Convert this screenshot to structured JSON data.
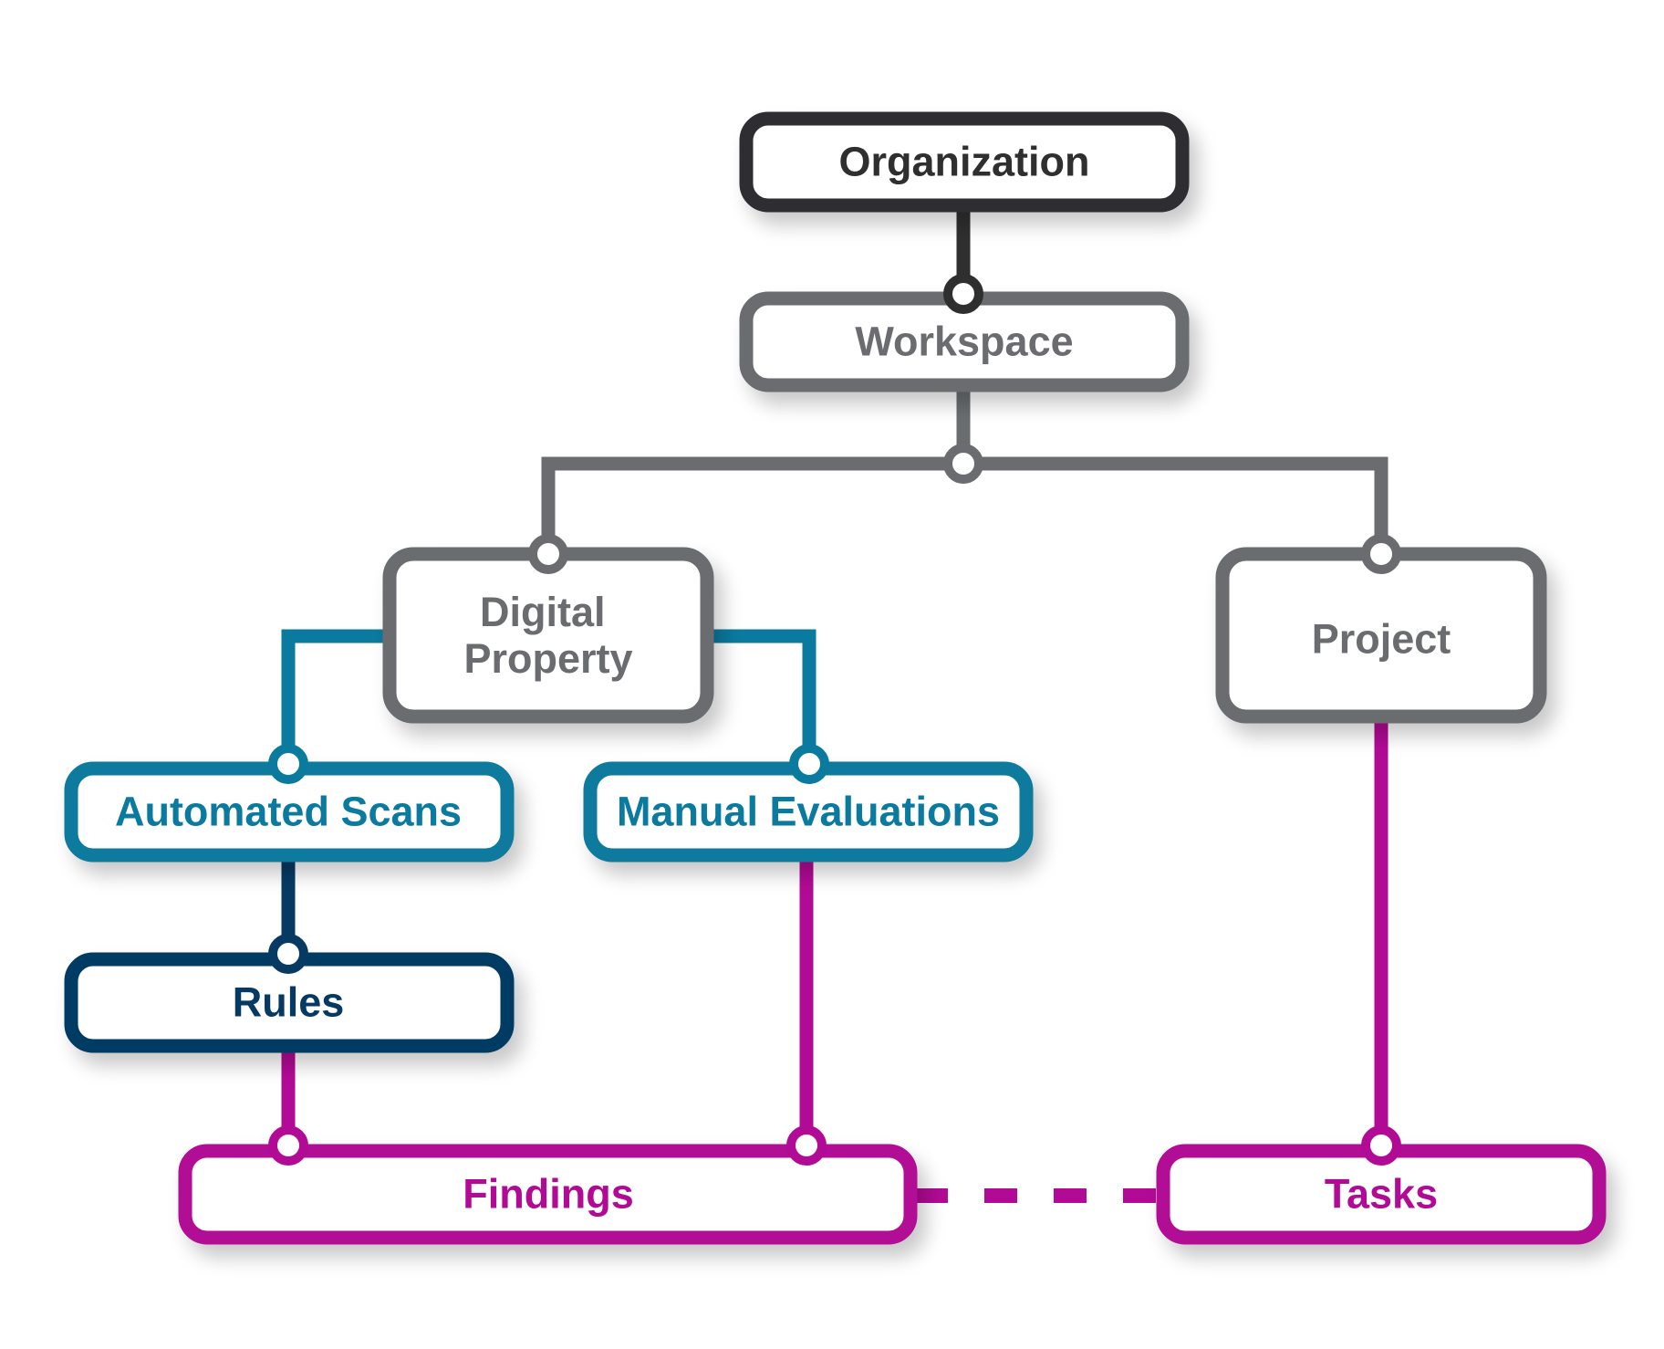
{
  "colors": {
    "organization": "#2f2f30",
    "workspace": "#6a6c70",
    "digital_property": "#6a6c70",
    "project": "#6a6c70",
    "automated_scans": "#0a7a9e",
    "manual_evaluations": "#0a7a9e",
    "rules": "#063a63",
    "findings": "#b10a95",
    "tasks": "#b10a95",
    "background": "#ffffff"
  },
  "nodes": {
    "organization": {
      "label": "Organization"
    },
    "workspace": {
      "label": "Workspace"
    },
    "digital_property": {
      "label_line1": "Digital",
      "label_line2": "Property"
    },
    "project": {
      "label": "Project"
    },
    "automated_scans": {
      "label": "Automated Scans"
    },
    "manual_evaluations": {
      "label": "Manual Evaluations"
    },
    "rules": {
      "label": "Rules"
    },
    "findings": {
      "label": "Findings"
    },
    "tasks": {
      "label": "Tasks"
    }
  },
  "edges": [
    {
      "from": "organization",
      "to": "workspace",
      "style": "solid"
    },
    {
      "from": "workspace",
      "to": "digital_property",
      "style": "solid"
    },
    {
      "from": "workspace",
      "to": "project",
      "style": "solid"
    },
    {
      "from": "digital_property",
      "to": "automated_scans",
      "style": "solid"
    },
    {
      "from": "digital_property",
      "to": "manual_evaluations",
      "style": "solid"
    },
    {
      "from": "automated_scans",
      "to": "rules",
      "style": "solid"
    },
    {
      "from": "rules",
      "to": "findings",
      "style": "solid"
    },
    {
      "from": "manual_evaluations",
      "to": "findings",
      "style": "solid"
    },
    {
      "from": "project",
      "to": "tasks",
      "style": "solid"
    },
    {
      "from": "findings",
      "to": "tasks",
      "style": "dashed"
    }
  ]
}
